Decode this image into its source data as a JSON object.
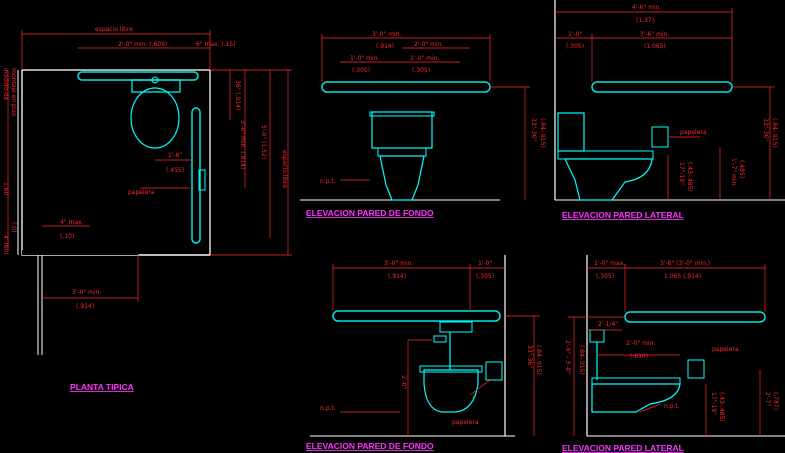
{
  "titles": {
    "plan": "PLANTA TIPICA",
    "elev_back_1": "ELEVACION PARED DE FONDO",
    "elev_side_1": "ELEVACION PARED LATERAL",
    "elev_back_2": "ELEVACION PARED DE FONDO",
    "elev_side_2": "ELEVACION PARED LATERAL"
  },
  "plan": {
    "top_label": "espacio libre",
    "dim_top_a": "2'-0\" min. (.609)",
    "dim_top_b": "6\" max. (.15)",
    "dim_r_top": "36\" (.914)",
    "dim_r_mid": "3'-0\" min. (.914)",
    "dim_r_outer": "5'-0\" (1.52)",
    "dim_r_label": "espacio libre",
    "dim_center": "1'-6\"",
    "dim_center_m": "(.455)",
    "papelera": "papelera",
    "left_label_1": "inodoro de",
    "left_label_2": "montaje en piso",
    "dim_left": "1.60",
    "dim_left_b": "(.0)",
    "dim_left_c": "4' (60) ",
    "dim_small": "4\" max.",
    "dim_small_m": "(.10)",
    "dim_bottom": "3'-0\" min.",
    "dim_bottom_m": "(.914)"
  },
  "elev1": {
    "dim_top": "3'-0\" min.",
    "dim_top_m": "(.914)",
    "dim_a": "1'-0\" min.",
    "dim_a_m": "(.305)",
    "dim_b": "1'-0\" min.",
    "dim_b_m": "(.305)",
    "dim_c": "2'-0\" min.",
    "dim_height": "33\"-36\"",
    "dim_height_m": "(.84-.915)",
    "npt": "n.p.t."
  },
  "elev2": {
    "dim_top": "4'-6\" min.",
    "dim_top_m": "(1.37)",
    "dim_a": "1'-0\"",
    "dim_a_m": "(.305)",
    "dim_b": "3'-6\" min.",
    "dim_b_m": "(1.065)",
    "papelera": "papelera",
    "dim_height": "33\"-36\"",
    "dim_height_m": "(.84-.915)",
    "dim_seat": "17\"-19\"",
    "dim_seat_m": "(.43-.485)",
    "dim_paper": "1'-7\" min.",
    "dim_paper_m": "(.485)"
  },
  "elev3": {
    "dim_top": "3'-0\" min.",
    "dim_top_m": "(.914)",
    "dim_right": "1'-0\"",
    "dim_right_m": "(.305)",
    "dim_height": "33\"-36\"",
    "dim_height_m": "(.84-.915)",
    "dim_low": "2'-0\"",
    "npt": "n.p.t.",
    "papelera": "papelera"
  },
  "elev4": {
    "dim_a": "1'-0\" max.",
    "dim_a_m": "(.305)",
    "dim_b": "3'-6\" (3'-0\" min.)",
    "dim_b_m": "1.065 (.914)",
    "dim_c": "2'-1/4\"",
    "dim_d": "2'-0\" min.",
    "dim_d_m": "(.610)",
    "papelera": "papelera",
    "dim_height": "2'-9\" - 3'-0\"",
    "dim_height_m": "(.84-.915)",
    "dim_seat": "17\"-19\"",
    "dim_seat_m": "(.43-.485)",
    "dim_right": "2'-7\"",
    "dim_right_m": "(.787)",
    "npt": "n.p.t."
  },
  "colors": {
    "background": "#000000",
    "dimension": "#ff2a2a",
    "fixture": "#00ffff",
    "wall": "#ffffff",
    "title": "#ff33ff",
    "bar": "#00e5e5"
  }
}
